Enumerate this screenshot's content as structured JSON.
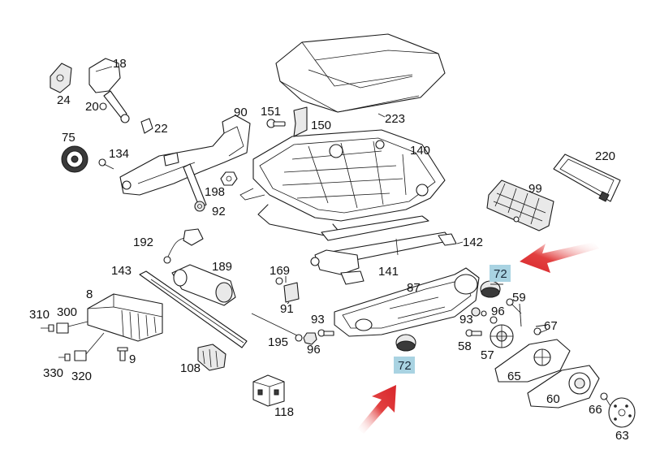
{
  "callouts": {
    "c24": "24",
    "c18": "18",
    "c20": "20",
    "c22": "22",
    "c90": "90",
    "c151": "151",
    "c150": "150",
    "c223": "223",
    "c75": "75",
    "c134": "134",
    "c140": "140",
    "c220": "220",
    "c198": "198",
    "c92": "92",
    "c99": "99",
    "c192": "192",
    "c142": "142",
    "c143": "143",
    "c189": "189",
    "c169": "169",
    "c141": "141",
    "c72a": "72",
    "c8": "8",
    "c87": "87",
    "c59": "59",
    "c91": "91",
    "c310": "310",
    "c300": "300",
    "c93a": "93",
    "c96a": "96",
    "c93b": "93",
    "c67": "67",
    "c195": "195",
    "c96b": "96",
    "c58": "58",
    "c57": "57",
    "c9": "9",
    "c72b": "72",
    "c108": "108",
    "c330": "330",
    "c320": "320",
    "c65": "65",
    "c60": "60",
    "c118": "118",
    "c66": "66",
    "c63": "63"
  },
  "colors": {
    "highlight": "#a9d3e2",
    "arrow": "#d8262b"
  }
}
